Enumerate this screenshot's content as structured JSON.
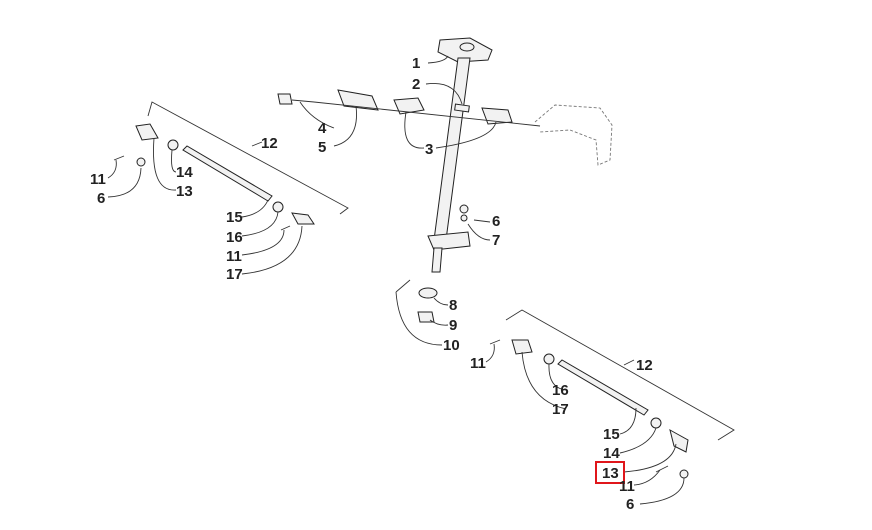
{
  "diagram": {
    "title_hidden": null,
    "callouts": {
      "c1": "1",
      "c2": "2",
      "c3": "3",
      "c4": "4",
      "c5": "5",
      "c6a": "6",
      "c7": "7",
      "c8": "8",
      "c9": "9",
      "c10": "10",
      "l12": "12",
      "l14": "14",
      "l11a": "11",
      "l13": "13",
      "l6": "6",
      "l15": "15",
      "l16": "16",
      "l11b": "11",
      "l17": "17",
      "r12": "12",
      "r11a": "11",
      "r16": "16",
      "r17": "17",
      "r15": "15",
      "r14": "14",
      "r13": "13",
      "r11b": "11",
      "r6": "6"
    },
    "highlighted_callout": "13",
    "highlight_color": "#e0161b"
  }
}
